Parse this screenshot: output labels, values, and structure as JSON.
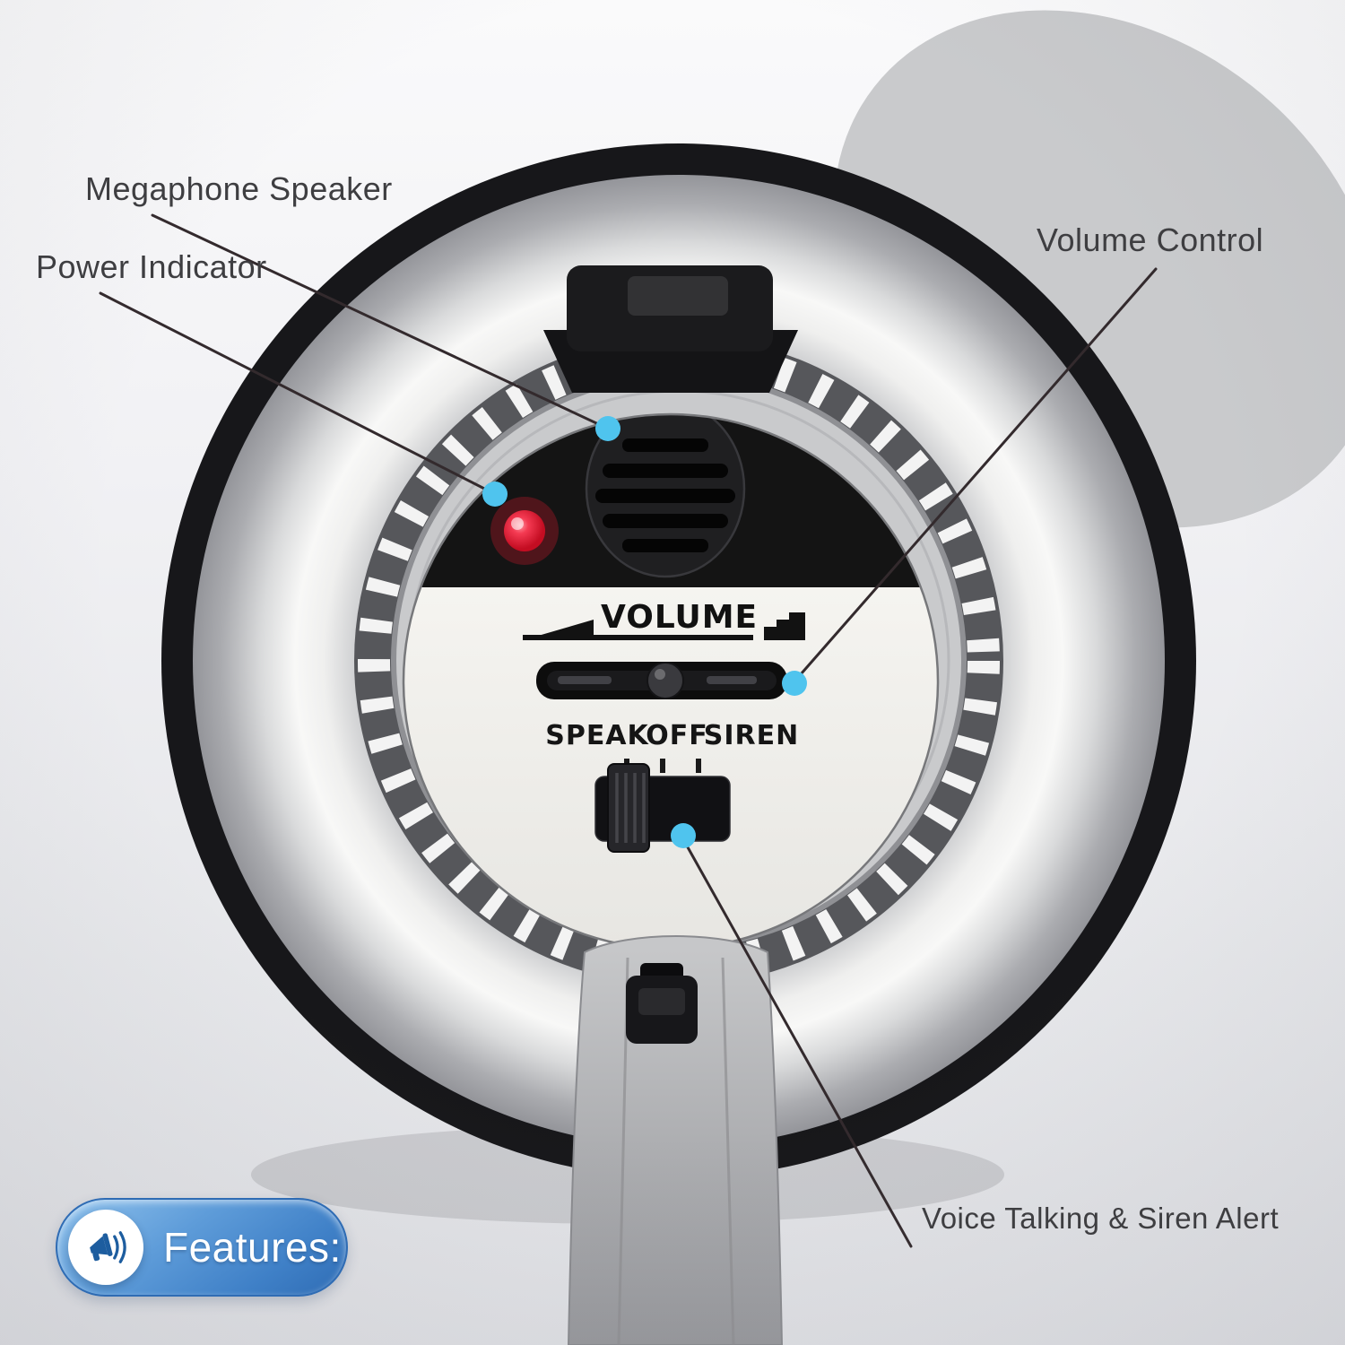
{
  "annotations": {
    "megaphone_speaker": "Megaphone Speaker",
    "power_indicator": "Power Indicator",
    "volume_control": "Volume Control",
    "voice_siren": "Voice Talking & Siren Alert"
  },
  "device": {
    "volume_label": "VOLUME",
    "mode_speak": "SPEAK",
    "mode_off": "OFF",
    "mode_siren": "SIREN"
  },
  "badge": {
    "label": "Features:"
  },
  "colors": {
    "marker_cyan": "#4fc4ee",
    "led_red": "#e41a2e",
    "callout_line": "#332a2d",
    "badge_blue": "#3f80c7",
    "ring_black": "#17171a"
  }
}
